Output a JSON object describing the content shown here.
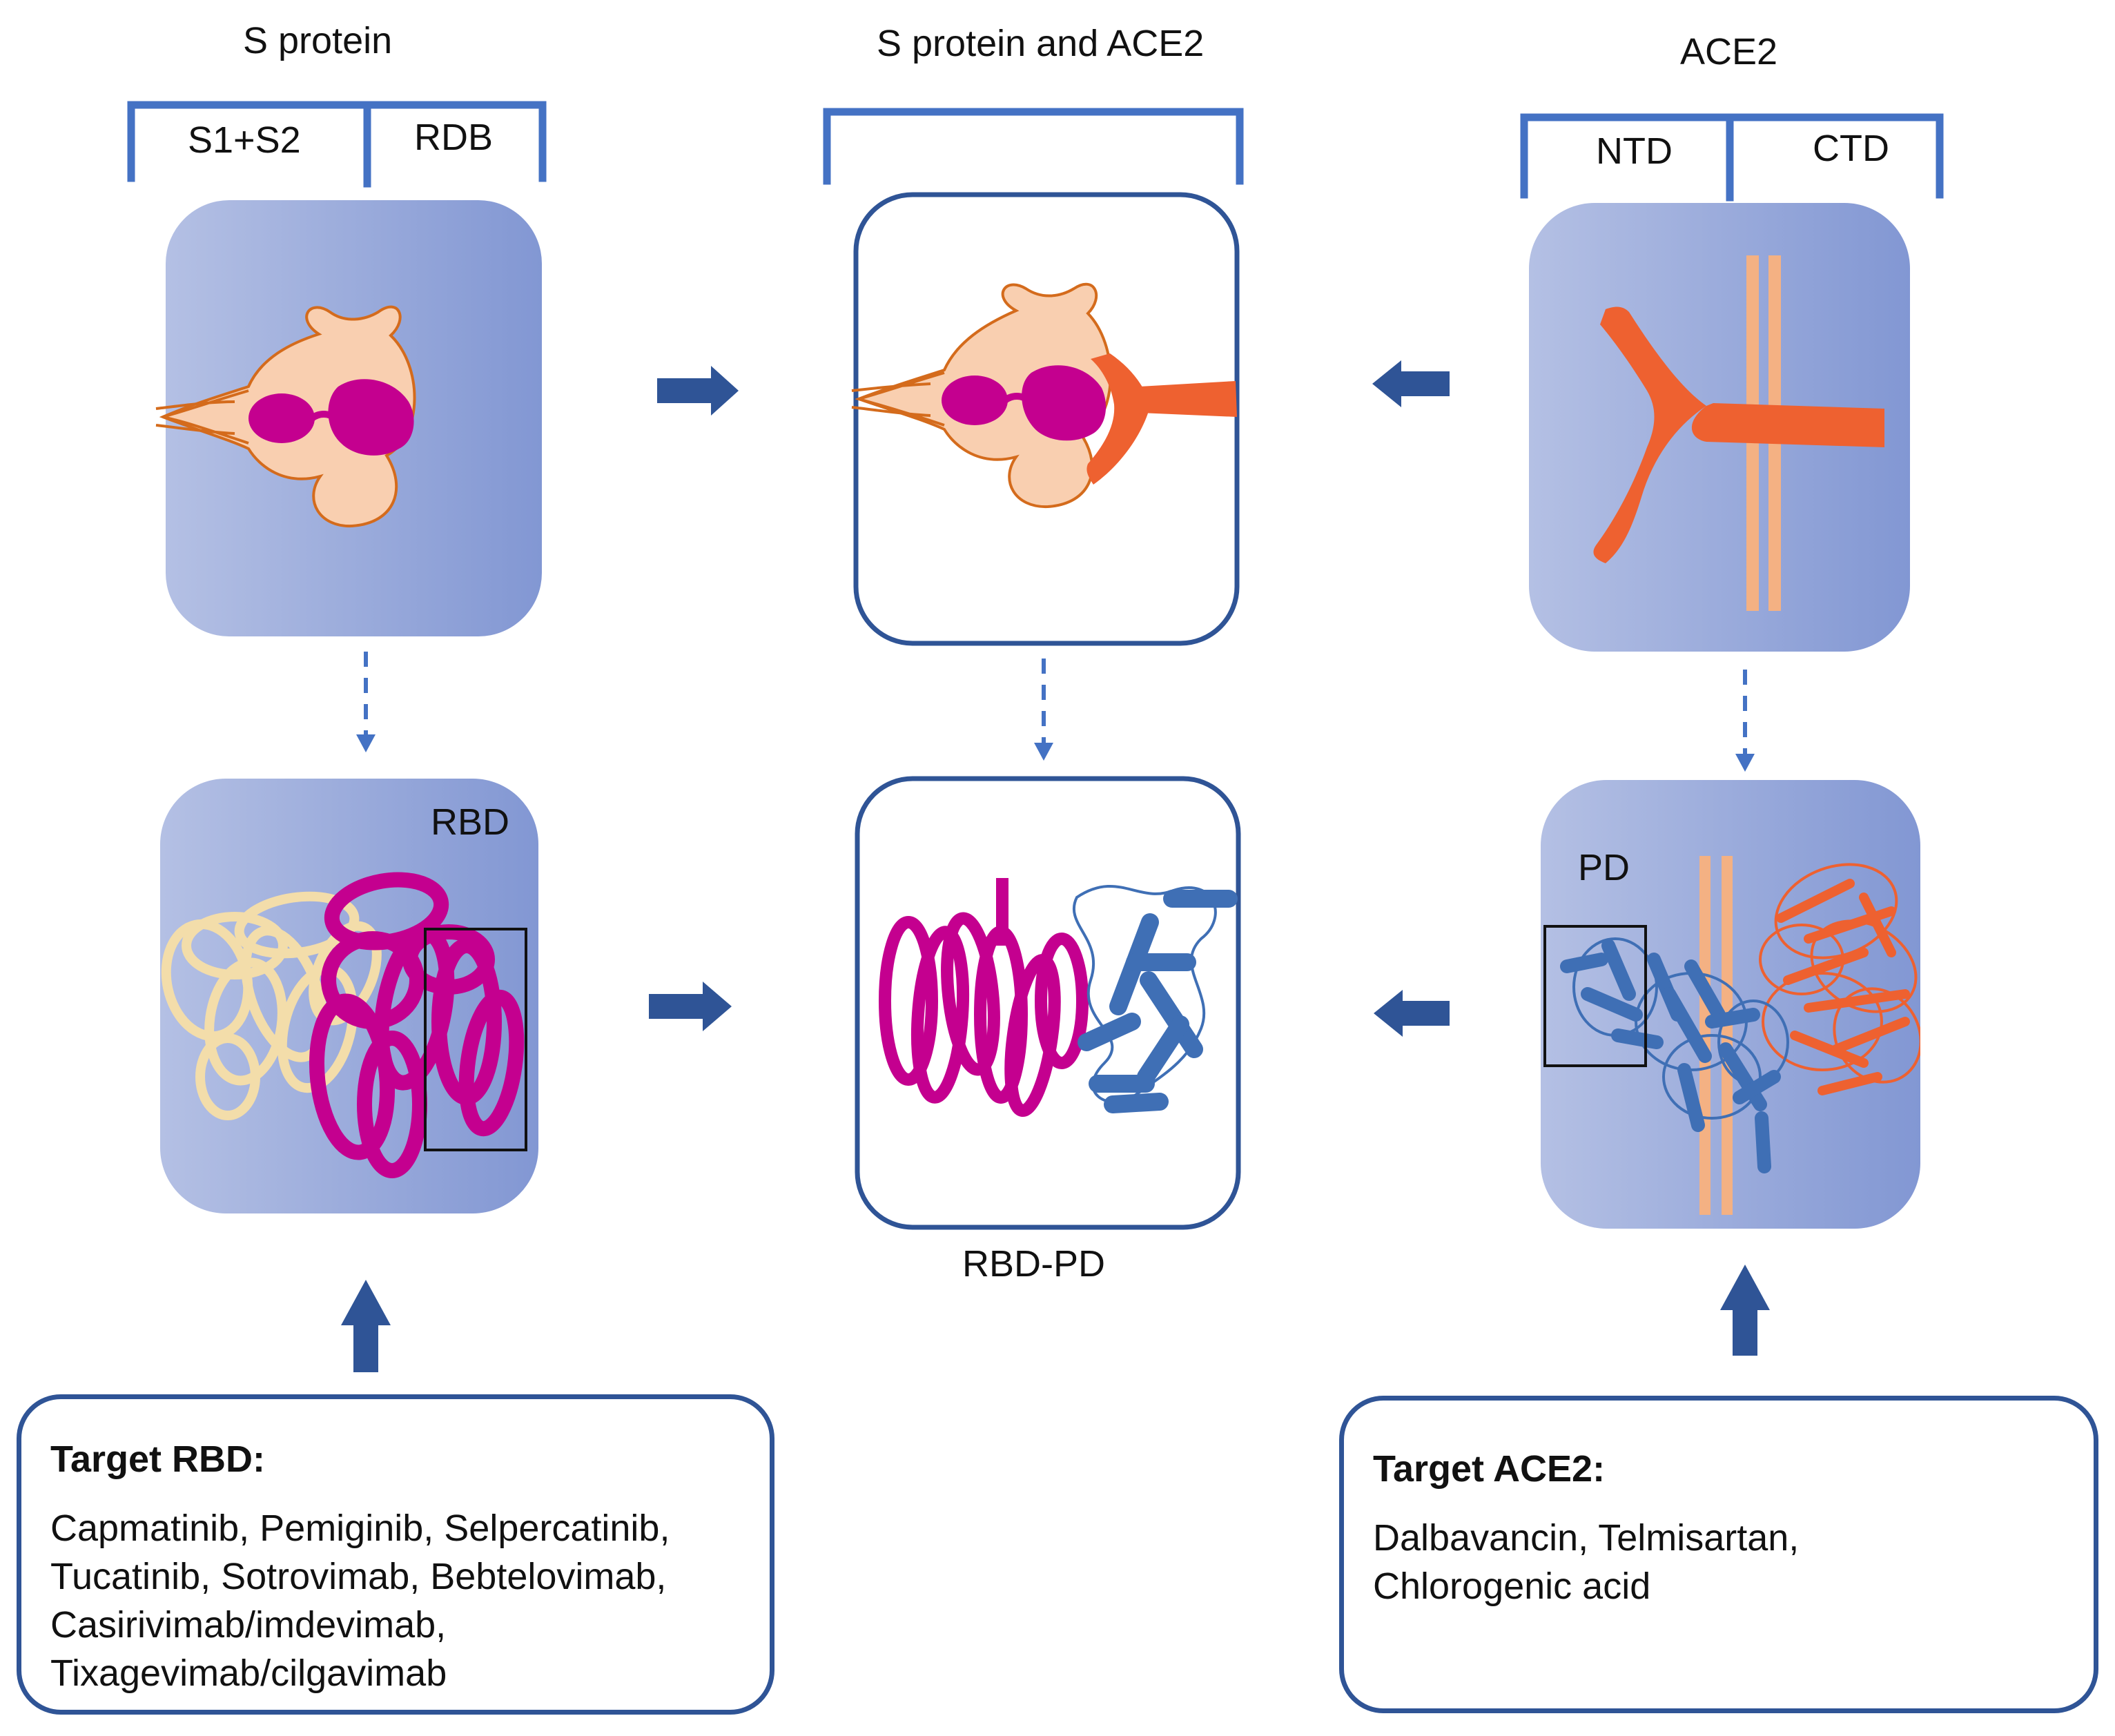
{
  "columns": {
    "s_protein": {
      "title": "S protein",
      "domain_left": "S1+S2",
      "domain_right": "RDB",
      "sub_label": "RBD"
    },
    "complex": {
      "title": "S protein and ACE2",
      "sub_label": "RBD-PD"
    },
    "ace2": {
      "title": "ACE2",
      "domain_left": "NTD",
      "domain_right": "CTD",
      "sub_label": "PD"
    }
  },
  "targets": {
    "rbd": {
      "title": "Target RBD:",
      "lines": [
        "Capmatinib, Pemiginib, Selpercatinib,",
        "Tucatinib, Sotrovimab, Bebtelovimab,",
        "Casirivimab/imdevimab,",
        "Tixagevimab/cilgavimab"
      ]
    },
    "ace2": {
      "title": "Target ACE2:",
      "lines": [
        "Dalbavancin, Telmisartan,",
        "Chlorogenic acid"
      ]
    }
  },
  "colors": {
    "bracket": "#4472c4",
    "arrow": "#2f5496",
    "panel_light": "#b4c0e4",
    "panel_dark": "#8297d3",
    "s1s2": "#f9cfb0",
    "rbd": "#c4008f",
    "ace2_body": "#ee6130",
    "membrane": "#f4b183",
    "cream": "#f3ddaa",
    "pd_blue": "#3f6fb5"
  }
}
